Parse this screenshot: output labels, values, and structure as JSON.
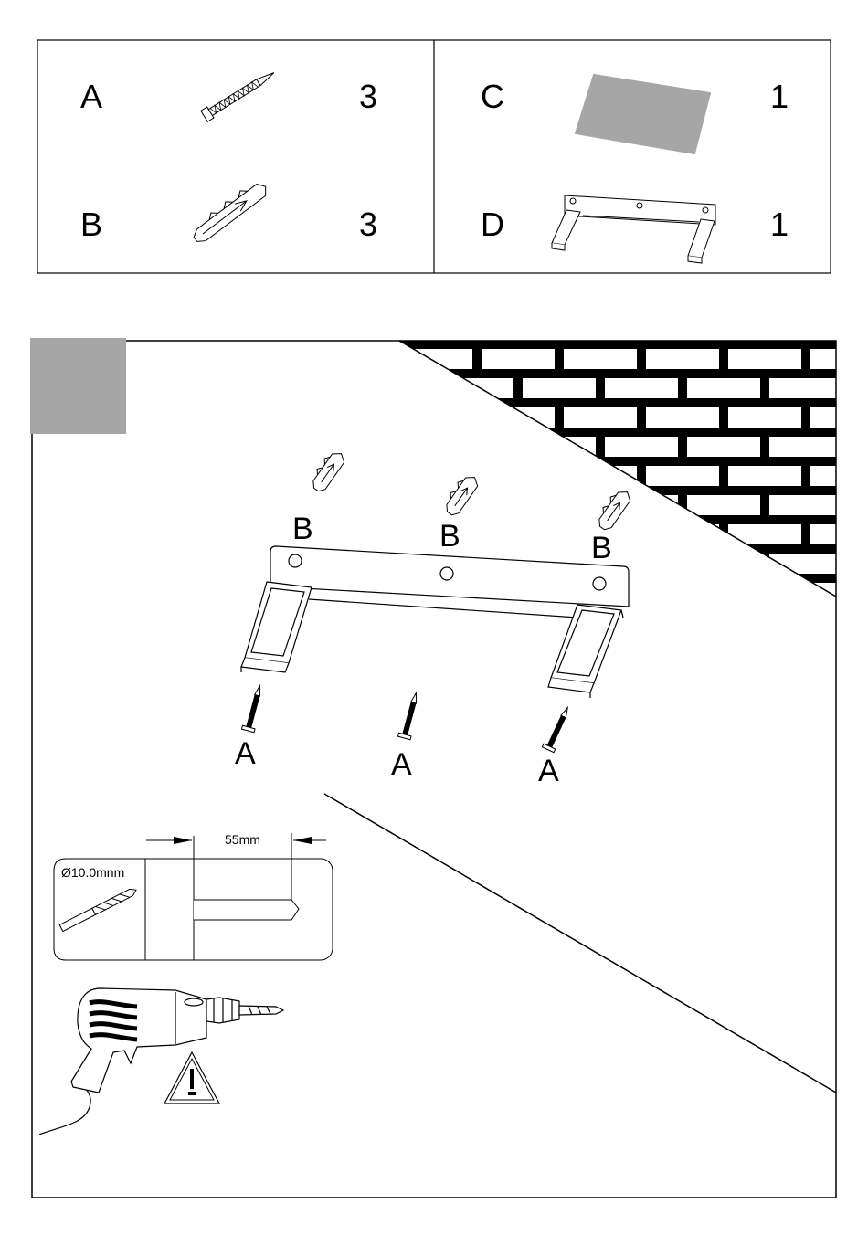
{
  "parts": [
    {
      "letter": "A",
      "qty": "3",
      "item": "screw-icon"
    },
    {
      "letter": "B",
      "qty": "3",
      "item": "wall-plug-icon"
    },
    {
      "letter": "C",
      "qty": "1",
      "item": "pad-icon"
    },
    {
      "letter": "D",
      "qty": "1",
      "item": "bracket-icon"
    }
  ],
  "step": {
    "plug_labels": [
      "B",
      "B",
      "B"
    ],
    "screw_labels": [
      "A",
      "A",
      "A"
    ],
    "drill_depth": "55mm",
    "drill_bit_diameter": "Ø10.0mnm"
  },
  "colors": {
    "line": "#000000",
    "step_badge": "#a6a6a6",
    "pad": "#a6a6a6"
  }
}
